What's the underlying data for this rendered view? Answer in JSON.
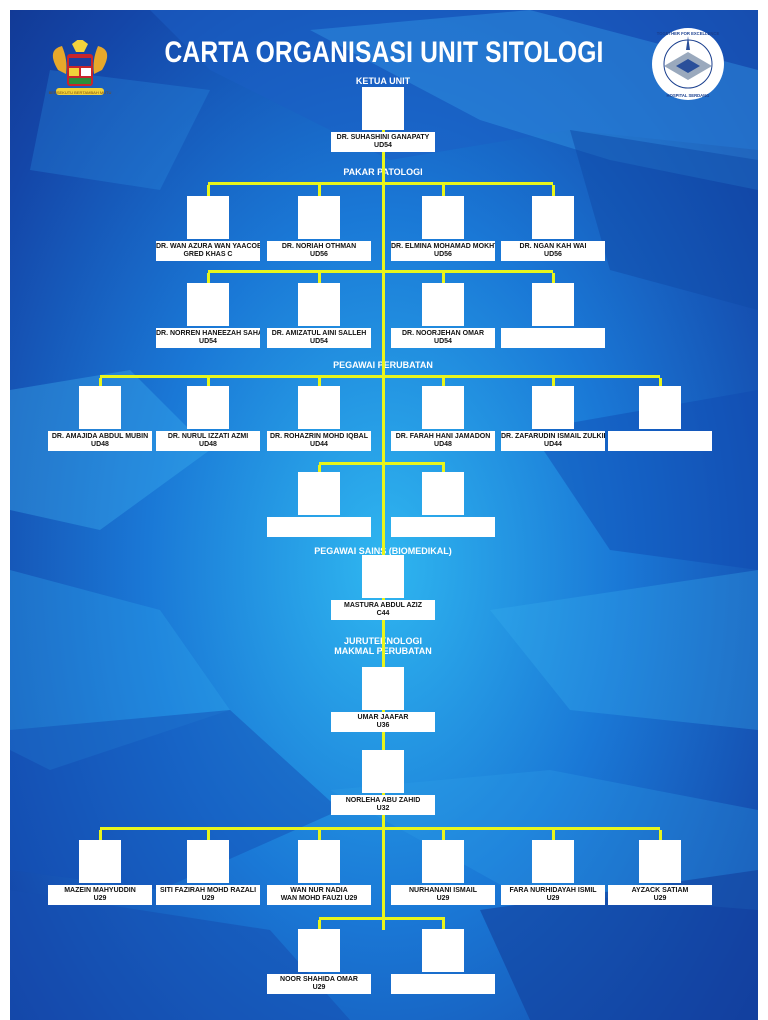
{
  "title": "CARTA ORGANISASI UNIT SITOLOGI",
  "left_logo": {
    "icon": "malaysia-coat-of-arms-icon"
  },
  "right_logo": {
    "icon": "hospital-serdang-logo-icon",
    "ring_top": "TOGETHER FOR EXCELLENCE",
    "ring_bottom": "HOSPITAL SERDANG"
  },
  "sections": {
    "ketua": "KETUA UNIT",
    "pakar": "PAKAR PATOLOGI",
    "pegawai": "PEGAWAI PERUBATAN",
    "sains": "PEGAWAI SAINS (BIOMEDIKAL)",
    "juru_1": "JURUTEKNOLOGI",
    "juru_2": "MAKMAL PERUBATAN"
  },
  "colors": {
    "connector": "#e8f51c",
    "background": "#1a78d6"
  },
  "people": [
    {
      "name": "DR. SUHASHINI GANAPATY",
      "grade": "UD54"
    },
    {
      "name": "DR. WAN AZURA WAN YAACOB",
      "grade": "GRED KHAS C"
    },
    {
      "name": "DR. NORIAH OTHMAN",
      "grade": "UD56"
    },
    {
      "name": "DR. ELMINA MOHAMAD MOKHTAR",
      "grade": "UD56"
    },
    {
      "name": "DR. NGAN KAH WAI",
      "grade": "UD56"
    },
    {
      "name": "DR. NORREN HANEEZAH SAHAK",
      "grade": "UD54"
    },
    {
      "name": "DR. AMIZATUL AINI SALLEH",
      "grade": "UD54"
    },
    {
      "name": "DR. NOORJEHAN OMAR",
      "grade": "UD54"
    },
    {
      "name": "",
      "grade": ""
    },
    {
      "name": "DR. AMAJIDA ABDUL MUBIN",
      "grade": "UD48"
    },
    {
      "name": "DR. NURUL IZZATI AZMI",
      "grade": "UD48"
    },
    {
      "name": "DR. ROHAZRIN MOHD IQBAL",
      "grade": "UD44"
    },
    {
      "name": "DR. FARAH HANI JAMADON",
      "grade": "UD48"
    },
    {
      "name": "DR. ZAFARUDIN ISMAIL ZULKIFLI",
      "grade": "UD44"
    },
    {
      "name": "",
      "grade": ""
    },
    {
      "name": "",
      "grade": ""
    },
    {
      "name": "",
      "grade": ""
    },
    {
      "name": "MASTURA ABDUL AZIZ",
      "grade": "C44"
    },
    {
      "name": "UMAR JAAFAR",
      "grade": "U36"
    },
    {
      "name": "NORLEHA ABU ZAHID",
      "grade": "U32"
    },
    {
      "name": "MAZEIN MAHYUDDIN",
      "grade": "U29"
    },
    {
      "name": "SITI FAZIRAH MOHD RAZALI",
      "grade": "U29"
    },
    {
      "name": "WAN NUR NADIA",
      "grade": "WAN MOHD FAUZI U29"
    },
    {
      "name": "NURHANANI ISMAIL",
      "grade": "U29"
    },
    {
      "name": "FARA NURHIDAYAH ISMIL",
      "grade": "U29"
    },
    {
      "name": "AYZACK SATIAM",
      "grade": "U29"
    },
    {
      "name": "NOOR SHAHIDA OMAR",
      "grade": "U29"
    },
    {
      "name": "",
      "grade": ""
    }
  ]
}
